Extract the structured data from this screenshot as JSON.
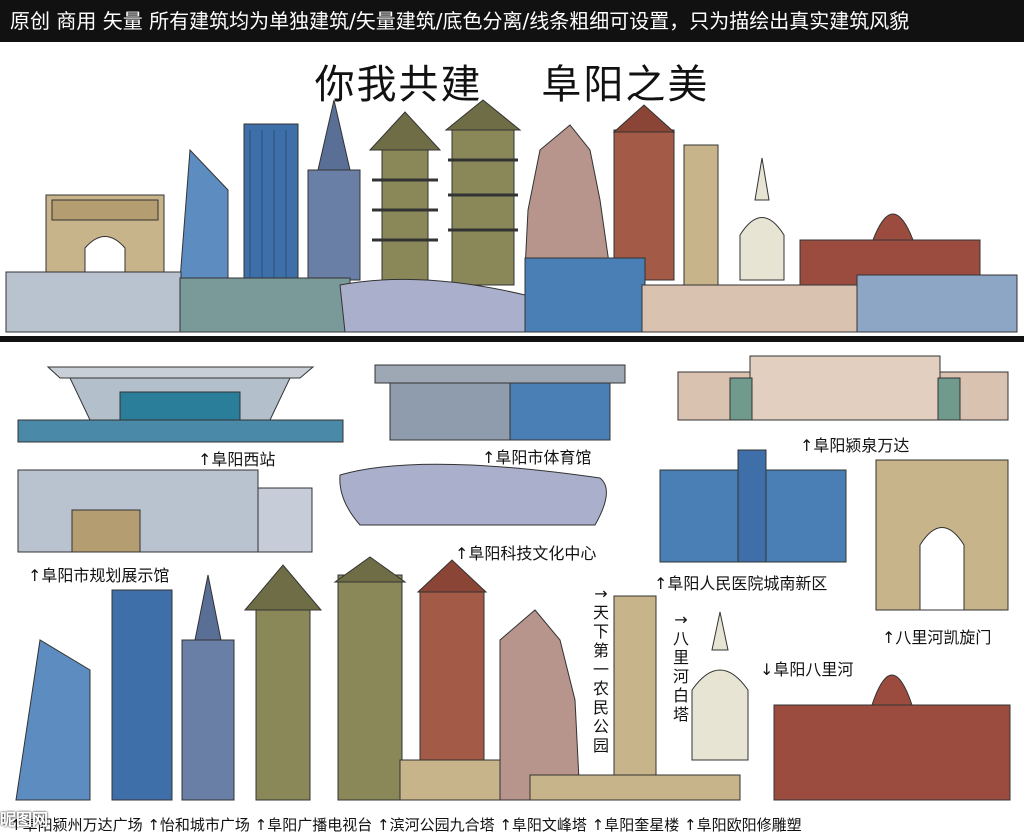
{
  "banner": {
    "text": "原创 商用 矢量 所有建筑均为单独建筑/矢量建筑/底色分离/线条粗细可设置，只为描绘出真实建筑风貌"
  },
  "title": {
    "left": "你我共建",
    "right": "阜阳之美"
  },
  "labels": {
    "west_station": "↑阜阳西站",
    "gym": "↑阜阳市体育馆",
    "wanda": "↑阜阳颍泉万达",
    "planning_hall": "↑阜阳市规划展示馆",
    "science_center": "↑阜阳科技文化中心",
    "hospital": "↑阜阳人民医院城南新区",
    "arch": "↑八里河凯旋门",
    "balihe": "↓阜阳八里河",
    "farmer_park": "→天下第一农民公园",
    "white_pagoda": "→八里河白塔",
    "bottom_row": "↑阜阳颍州万达广场 ↑怡和城市广场 ↑阜阳广播电视台 ↑滨河公园九合塔 ↑阜阳文峰塔 ↑阜阳奎星楼 ↑阜阳欧阳修雕塑"
  },
  "watermark": "昵图网",
  "colors": {
    "banner_bg": "#111111",
    "brick": "#a35a46",
    "olive": "#8a8758",
    "stone": "#c8b48a",
    "blue_glass": "#4a7fb5",
    "steel": "#9aa7c4",
    "statue": "#b7948c",
    "dome": "#9b4c3f"
  }
}
